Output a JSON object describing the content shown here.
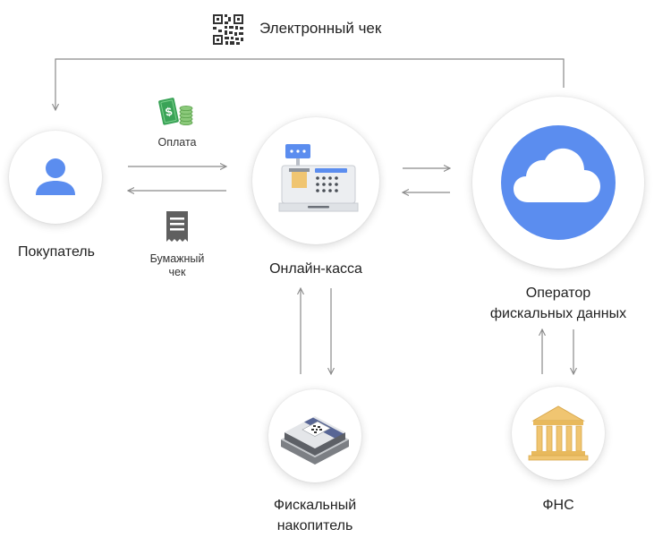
{
  "receipt_title": "Электронный чек",
  "nodes": {
    "buyer": "Покупатель",
    "cashbox": "Онлайн-касса",
    "operator": {
      "line1": "Оператор",
      "line2": "фискальных данных"
    },
    "fiscal_drive": {
      "line1": "Фискальный",
      "line2": "накопитель"
    },
    "fns": "ФНС"
  },
  "edges": {
    "payment": "Оплата",
    "paper_receipt": {
      "line1": "Бумажный",
      "line2": "чек"
    }
  },
  "colors": {
    "blue": "#5b8def",
    "arrow": "#8a8a8a",
    "green": "#3aa357",
    "gold": "#f0c571",
    "gray": "#5f5f5f"
  },
  "icons": [
    "qr-code-icon",
    "person-icon",
    "cash-register-icon",
    "cloud-icon",
    "money-icon",
    "paper-receipt-icon",
    "fiscal-drive-icon",
    "bank-icon"
  ]
}
